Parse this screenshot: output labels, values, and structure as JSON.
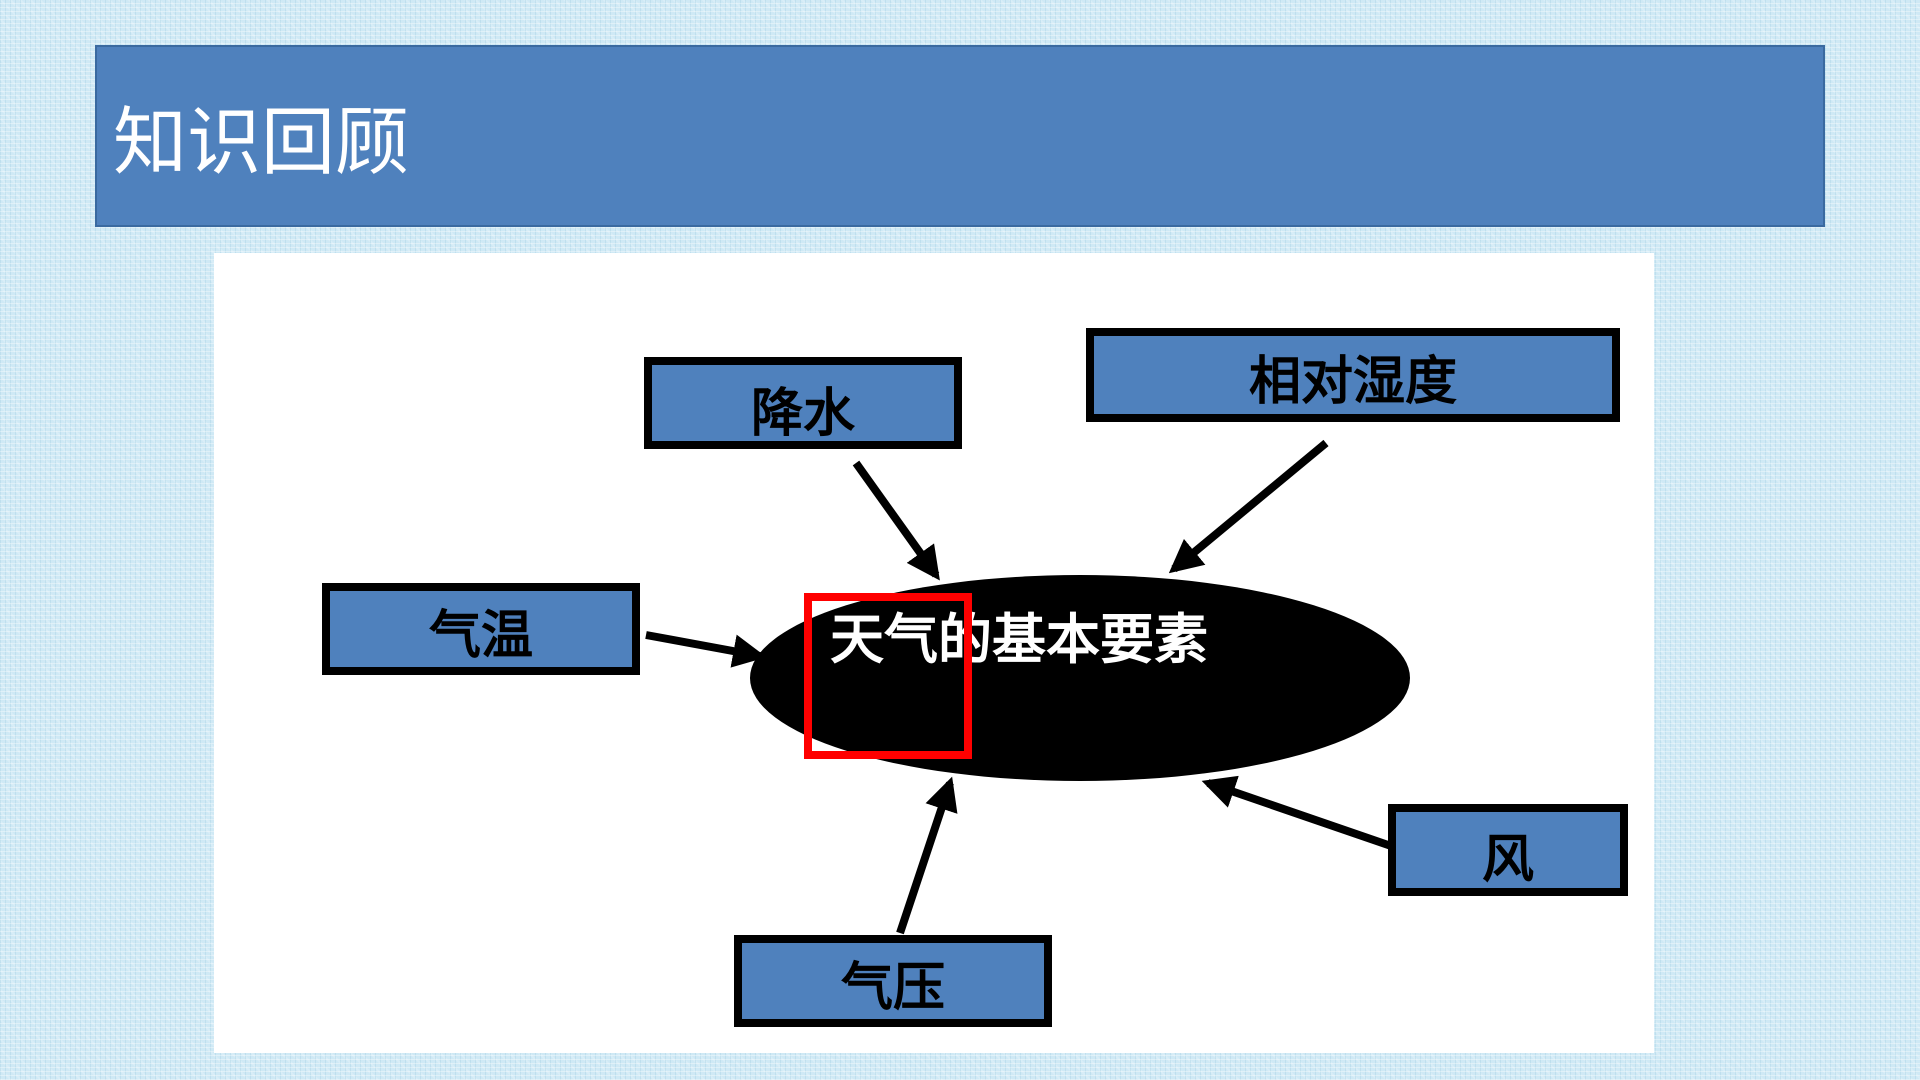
{
  "slide": {
    "title": "知识回顾"
  },
  "diagram": {
    "center": "天气的基本要素",
    "nodes": {
      "precipitation": "降水",
      "humidity": "相对湿度",
      "temperature": "气温",
      "wind": "风",
      "pressure": "气压"
    }
  },
  "colors": {
    "background": "#cfe9f5",
    "title_bar": "#4f81bd",
    "box_fill": "#4f81bd",
    "box_border": "#000000",
    "ellipse_fill": "#000000",
    "ellipse_text": "#ffffff",
    "highlight": "#ff0000"
  }
}
